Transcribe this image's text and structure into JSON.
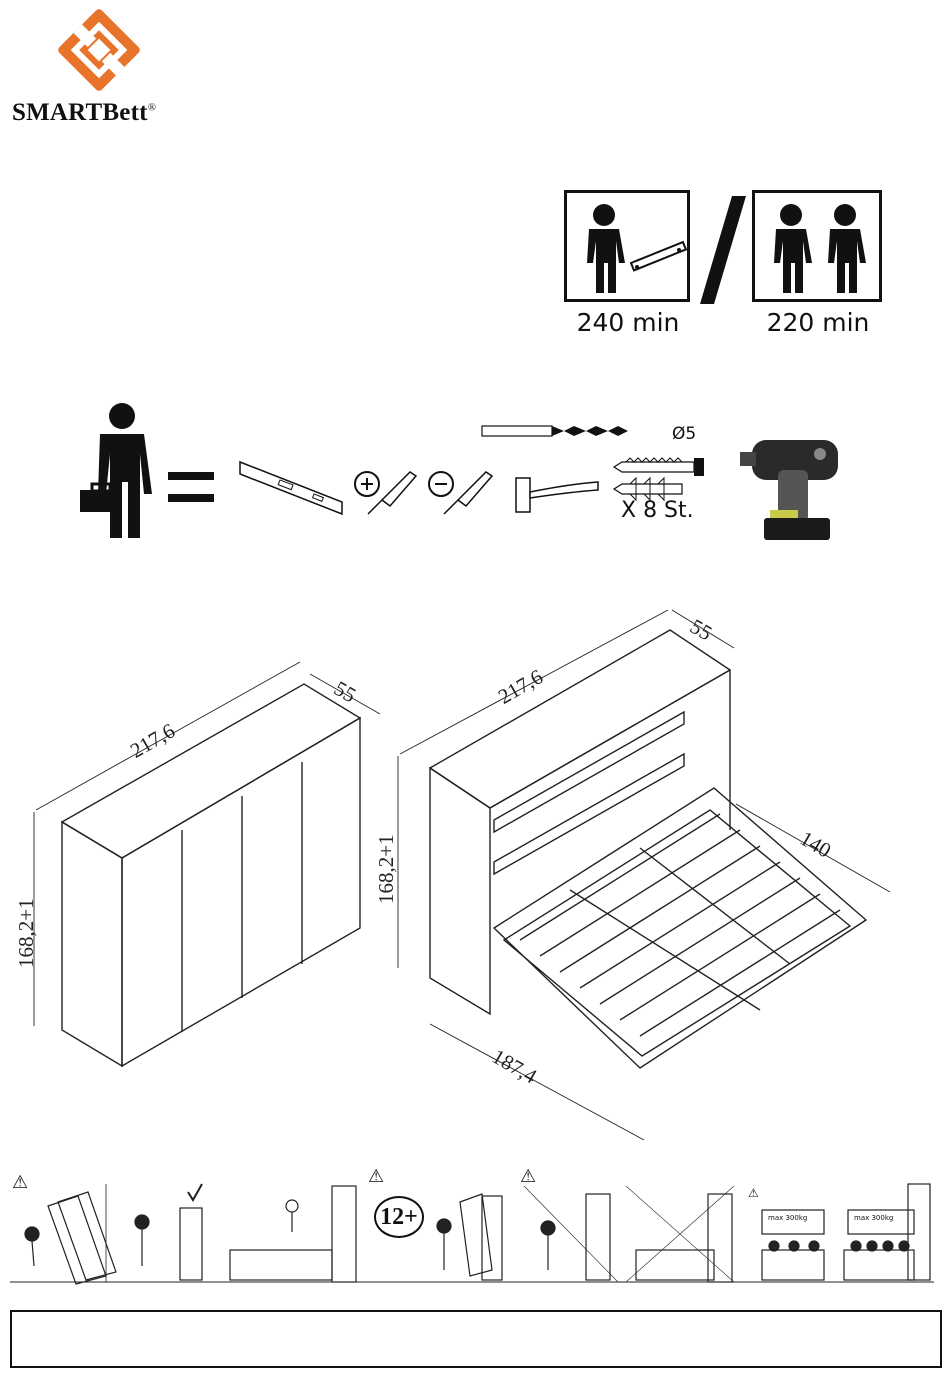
{
  "brand": {
    "name": "SMARTBett",
    "registered_mark": "®"
  },
  "assembly_time": {
    "one_person": "240 min",
    "two_persons": "220 min"
  },
  "tools": {
    "drill_bit_size": "Ø5",
    "screw_count": "X 8 St."
  },
  "drawings": {
    "closed": {
      "width": "217,6",
      "depth": "55",
      "height": "168,2+1"
    },
    "open": {
      "width": "217,6",
      "depth": "55",
      "height": "168,2+1",
      "bed_width": "140",
      "bed_length": "187,4"
    }
  },
  "warnings": {
    "age_limit": "12+",
    "max_load_1": "max 300kg",
    "max_load_2": "max 300kg"
  },
  "colors": {
    "logo_orange": "#e8732a",
    "line": "#111111"
  }
}
